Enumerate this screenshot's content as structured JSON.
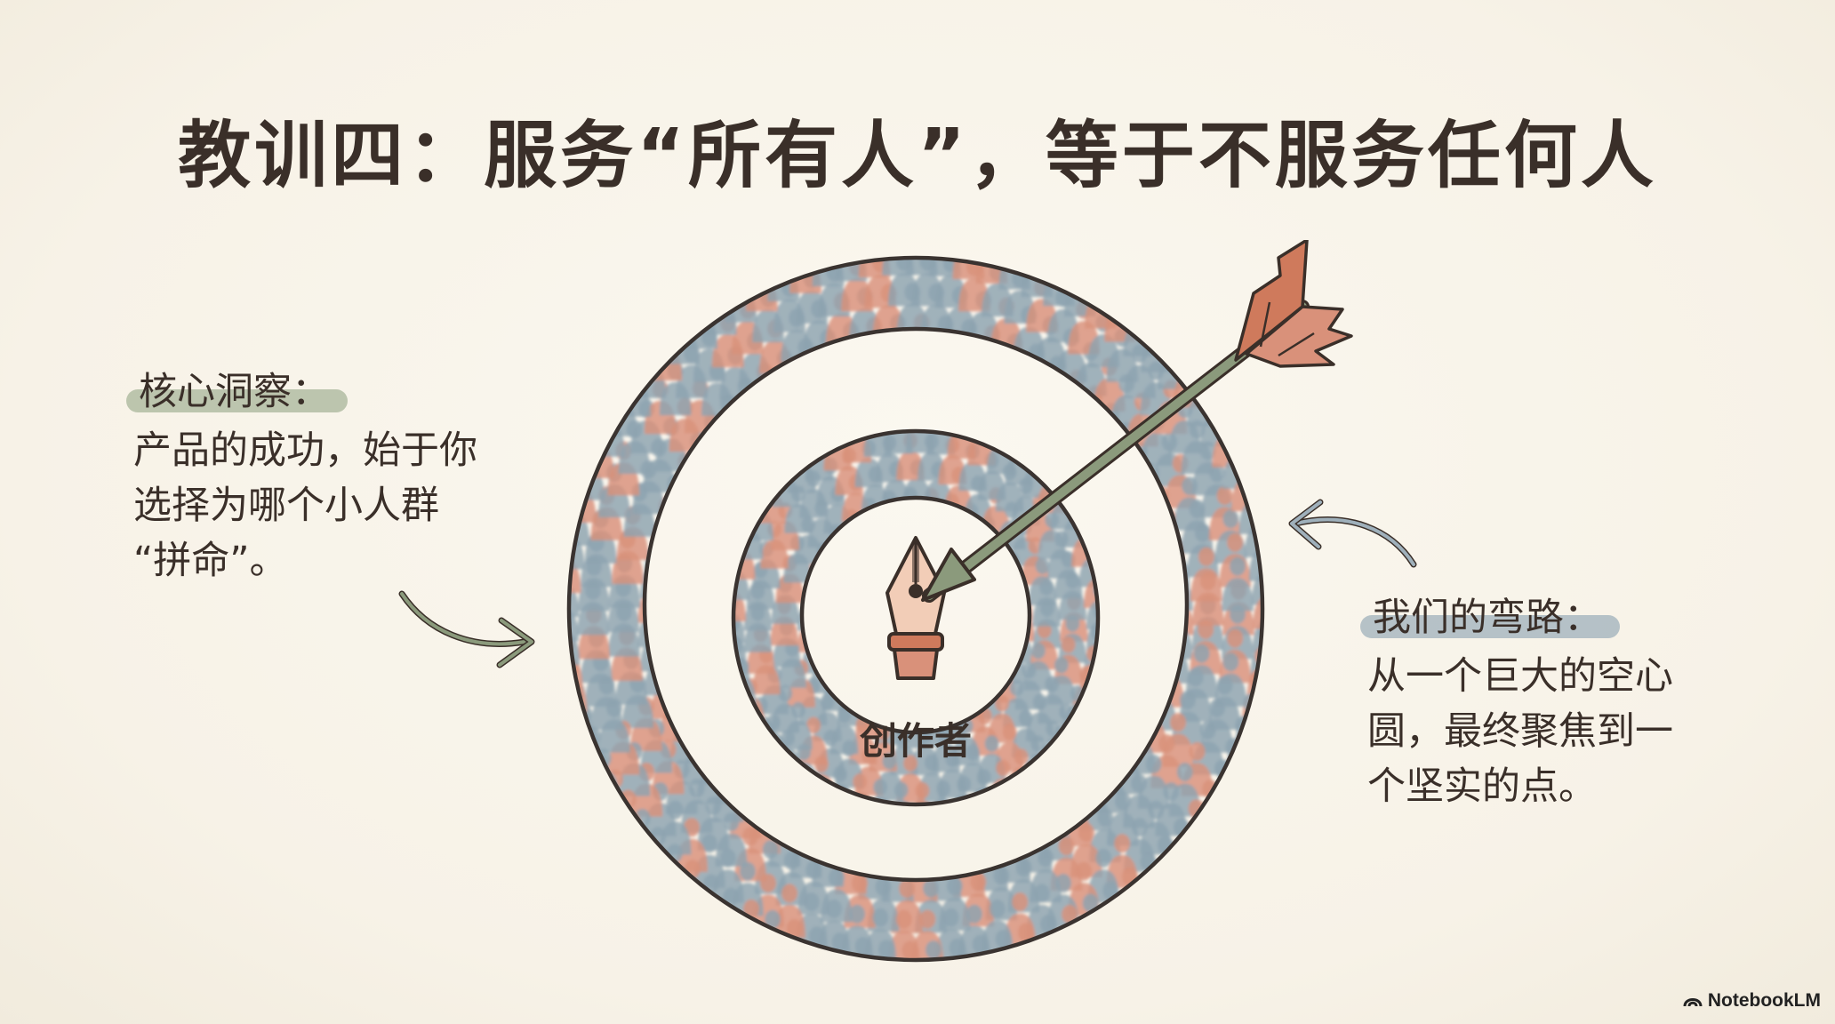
{
  "title": "教训四：服务“所有人”，等于不服务任何人",
  "left_note": {
    "heading": "核心洞察：",
    "lines": [
      "产品的成功，始于你",
      "选择为哪个小人群",
      "“拼命”。"
    ]
  },
  "right_note": {
    "heading": "我们的弯路：",
    "lines": [
      "从一个巨大的空心",
      "圆，最终聚焦到一",
      "个坚实的点。"
    ]
  },
  "center_label": "创作者",
  "brand": "NotebookLM",
  "icons": {
    "center": "fountain-pen-nib-icon",
    "arrow": "arrow-in-target-icon",
    "brand": "notebooklm-logo-icon"
  },
  "colors": {
    "background": "#f8f4ea",
    "text": "#3a2f29",
    "crowd_blue": "#8da3b0",
    "crowd_terracotta": "#d9917a",
    "highlight_green": "#a8b59a",
    "highlight_blue": "#9fb0bb",
    "arrow_shaft": "#8b9a7c",
    "arrow_fletching": "#cf7a5c"
  }
}
